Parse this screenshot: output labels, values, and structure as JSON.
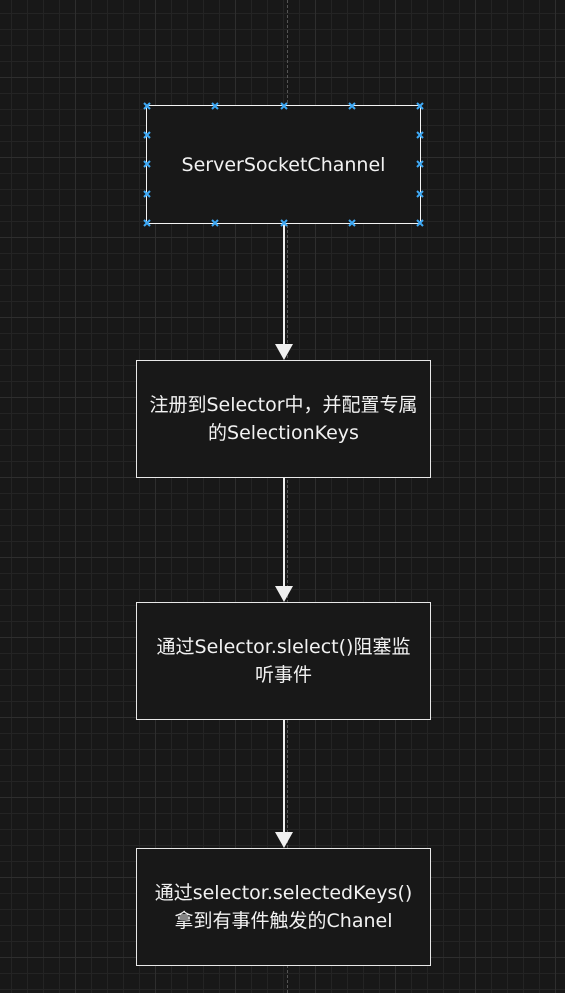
{
  "diagram": {
    "nodes": [
      {
        "id": "n1",
        "label": "ServerSocketChannel",
        "selected": true
      },
      {
        "id": "n2",
        "label": "注册到Selector中，并配置专属的SelectionKeys"
      },
      {
        "id": "n3",
        "label": "通过Selector.slelect()阻塞监听事件"
      },
      {
        "id": "n4",
        "label": "通过selector.selectedKeys()拿到有事件触发的Chanel"
      }
    ],
    "edges": [
      {
        "from": "n1",
        "to": "n2"
      },
      {
        "from": "n2",
        "to": "n3"
      },
      {
        "from": "n3",
        "to": "n4"
      }
    ],
    "colors": {
      "background": "#181818",
      "grid": "#2e2e2e",
      "node_border": "#e8e8e8",
      "text": "#f2f2f2",
      "selection_handle": "#3fa9f5"
    }
  }
}
